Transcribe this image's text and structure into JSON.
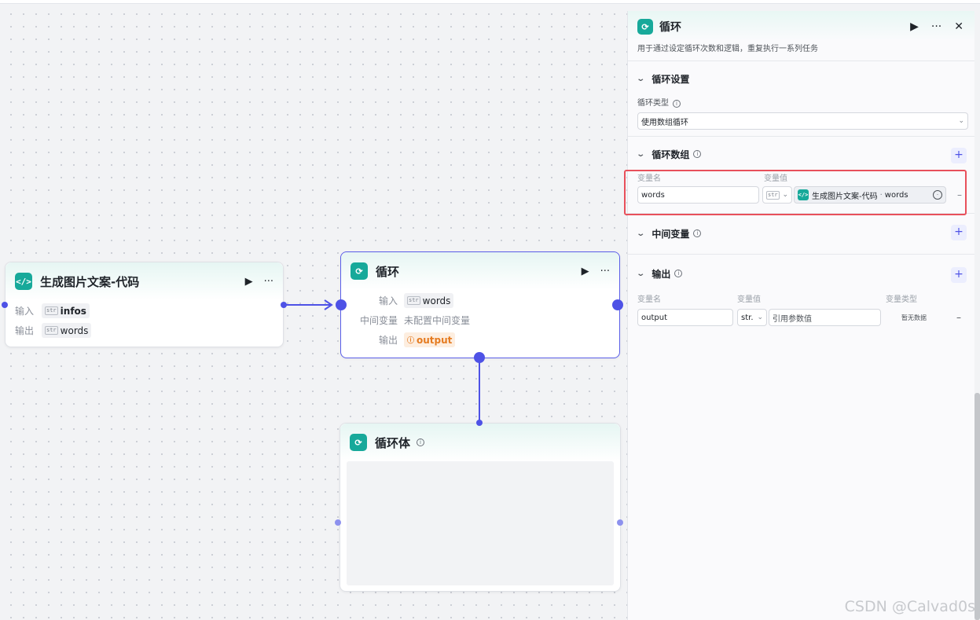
{
  "node_code": {
    "title": "生成图片文案-代码",
    "input_label": "输入",
    "input_type": "str",
    "input_var": "infos",
    "output_label": "输出",
    "output_type": "str",
    "output_var": "words"
  },
  "node_loop": {
    "title": "循环",
    "input_label": "输入",
    "input_type": "str",
    "input_var": "words",
    "mid_label": "中间变量",
    "mid_value": "未配置中间变量",
    "output_label": "输出",
    "output_var": "output"
  },
  "node_loop_body": {
    "title": "循环体"
  },
  "panel": {
    "title": "循环",
    "description": "用于通过设定循环次数和逻辑，重复执行一系列任务",
    "loop_settings": {
      "title": "循环设置",
      "type_label": "循环类型",
      "type_value": "使用数组循环"
    },
    "loop_array": {
      "title": "循环数组",
      "col_name": "变量名",
      "col_value": "变量值",
      "var_name": "words",
      "value_type": "str",
      "ref_node": "生成图片文案-代码",
      "ref_var": "words"
    },
    "mid_vars": {
      "title": "中间变量"
    },
    "output": {
      "title": "输出",
      "col_name": "变量名",
      "col_value": "变量值",
      "col_type": "变量类型",
      "var_name": "output",
      "value_type": "str.",
      "value_placeholder": "引用参数值",
      "type_value": "暂无数据"
    }
  },
  "watermark": "CSDN @Calvad0s"
}
